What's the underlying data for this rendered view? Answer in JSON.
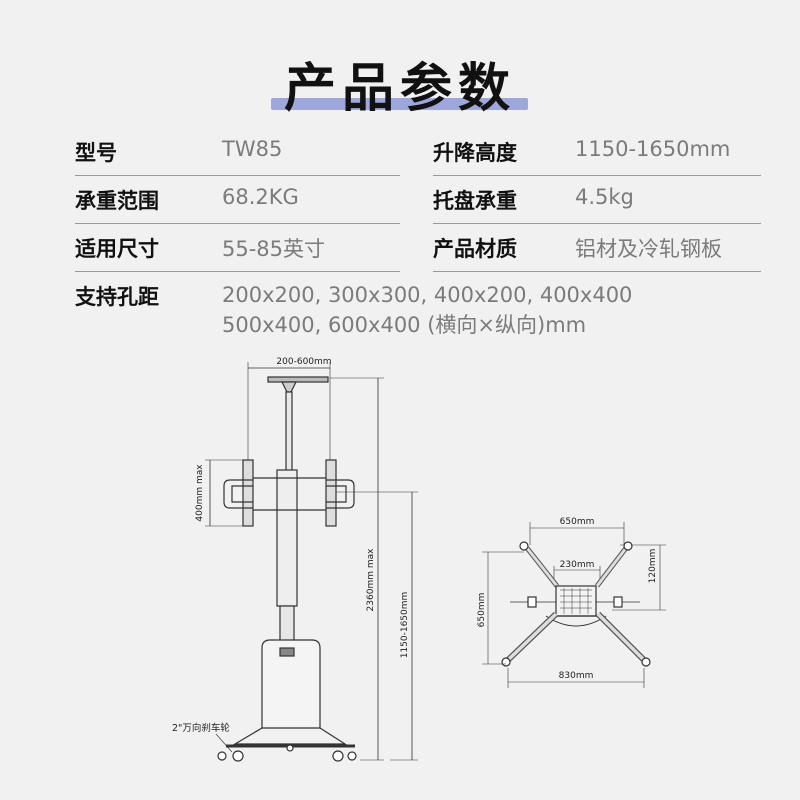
{
  "page": {
    "title": "产品参数"
  },
  "specs": {
    "rows": [
      {
        "label_left": "型号",
        "value_left": "TW85",
        "label_right": "升降高度",
        "value_right": "1150-1650mm"
      },
      {
        "label_left": "承重范围",
        "value_left": "68.2KG",
        "label_right": "托盘承重",
        "value_right": "4.5kg"
      },
      {
        "label_left": "适用尺寸",
        "value_left": "55-85英寸",
        "label_right": "产品材质",
        "value_right": "铝材及冷轧钢板"
      }
    ],
    "hole_spacing": {
      "label": "支持孔距",
      "line1": "200x200, 300x300, 400x200, 400x400",
      "line2": "500x400, 600x400 (横向×纵向)mm"
    }
  },
  "diagram": {
    "top_width": "200-600mm",
    "bracket_height": "400mm max",
    "total_height": "2360mm max",
    "lift_range": "1150-1650mm",
    "caster_note": "2\"万向刹车轮",
    "base_front_width": "650mm",
    "base_inner_width": "230mm",
    "base_offset": "120mm",
    "base_depth": "650mm",
    "base_rear_width": "830mm"
  }
}
